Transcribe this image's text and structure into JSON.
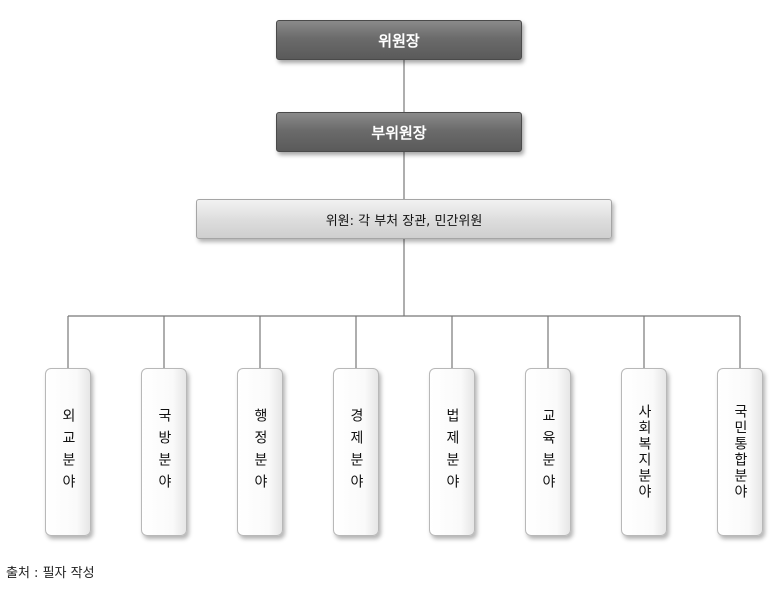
{
  "chairman": "위원장",
  "vice_chairman": "부위원장",
  "members": "위원: 각 부처 장관, 민간위원",
  "branches": [
    "외교분야",
    "국방분야",
    "행정분야",
    "경제분야",
    "법제분야",
    "교육분야",
    "사회복지분야",
    "국민통합분야"
  ],
  "source": "출처 : 필자 작성"
}
